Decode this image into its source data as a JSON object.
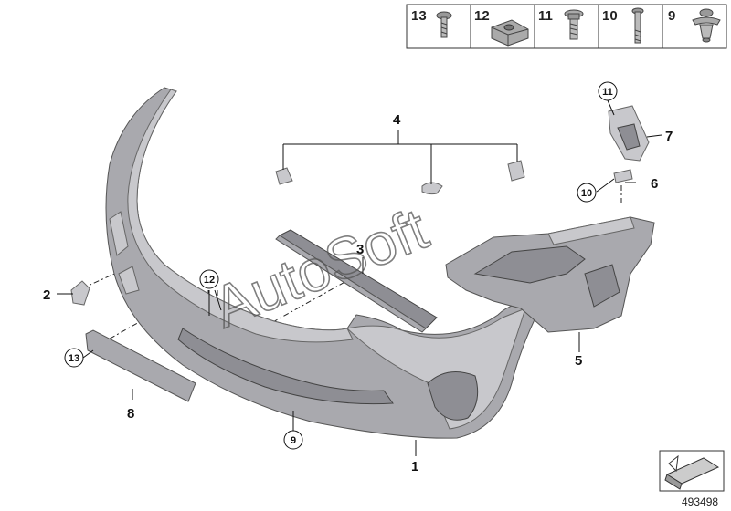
{
  "hardware_strip": [
    {
      "number": "13",
      "icon": "screw-icon"
    },
    {
      "number": "12",
      "icon": "clip-nut-icon"
    },
    {
      "number": "11",
      "icon": "flange-screw-icon"
    },
    {
      "number": "10",
      "icon": "long-bolt-icon"
    },
    {
      "number": "9",
      "icon": "expansion-rivet-icon"
    }
  ],
  "callouts": {
    "c1": "1",
    "c2": "2",
    "c3": "3",
    "c4": "4",
    "c5": "5",
    "c6": "6",
    "c7": "7",
    "c8": "8",
    "c9": "9",
    "c10": "10",
    "c11": "11",
    "c12": "12",
    "c13": "13"
  },
  "watermark": "AutoSoft",
  "document_id": "493498",
  "colors": {
    "part_light": "#c8c8cc",
    "part_mid": "#a9a9ae",
    "part_dark": "#8e8e94",
    "line": "#111111"
  }
}
